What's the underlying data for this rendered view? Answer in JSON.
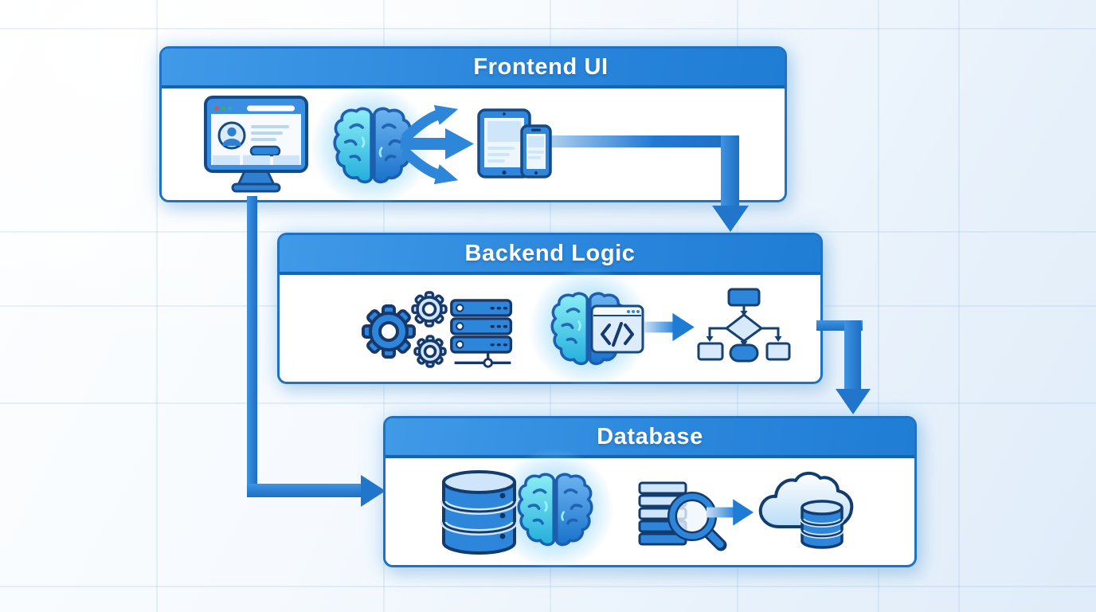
{
  "theme": {
    "header-edge": "#1463b4"
  },
  "diagram": {
    "background": {
      "style": "light blue-white with faint grid",
      "grid_color": "#8cbeeb"
    },
    "accent_color": "#2176cb",
    "outline_color": "#174a85",
    "boxes": [
      {
        "id": "frontend",
        "title": "Frontend UI",
        "icons": [
          "browser-monitor-icon",
          "ai-brain-icon",
          "fan-arrows-icon",
          "responsive-devices-icon"
        ]
      },
      {
        "id": "backend",
        "title": "Backend Logic",
        "icons": [
          "gears-icon",
          "server-stack-icon",
          "ai-brain-icon",
          "code-window-icon",
          "arrow-right-icon",
          "flowchart-icon"
        ]
      },
      {
        "id": "database",
        "title": "Database",
        "icons": [
          "database-cylinder-icon",
          "ai-brain-icon",
          "database-search-icon",
          "arrow-right-icon",
          "cloud-database-icon"
        ]
      }
    ],
    "connectors": [
      {
        "from": "Frontend UI",
        "to": "Backend Logic",
        "shape": "right-then-down arrow"
      },
      {
        "from": "Backend Logic",
        "to": "Database",
        "shape": "right-then-down arrow"
      },
      {
        "from": "Frontend UI",
        "to": "Database",
        "shape": "down-then-right arrow"
      }
    ]
  }
}
